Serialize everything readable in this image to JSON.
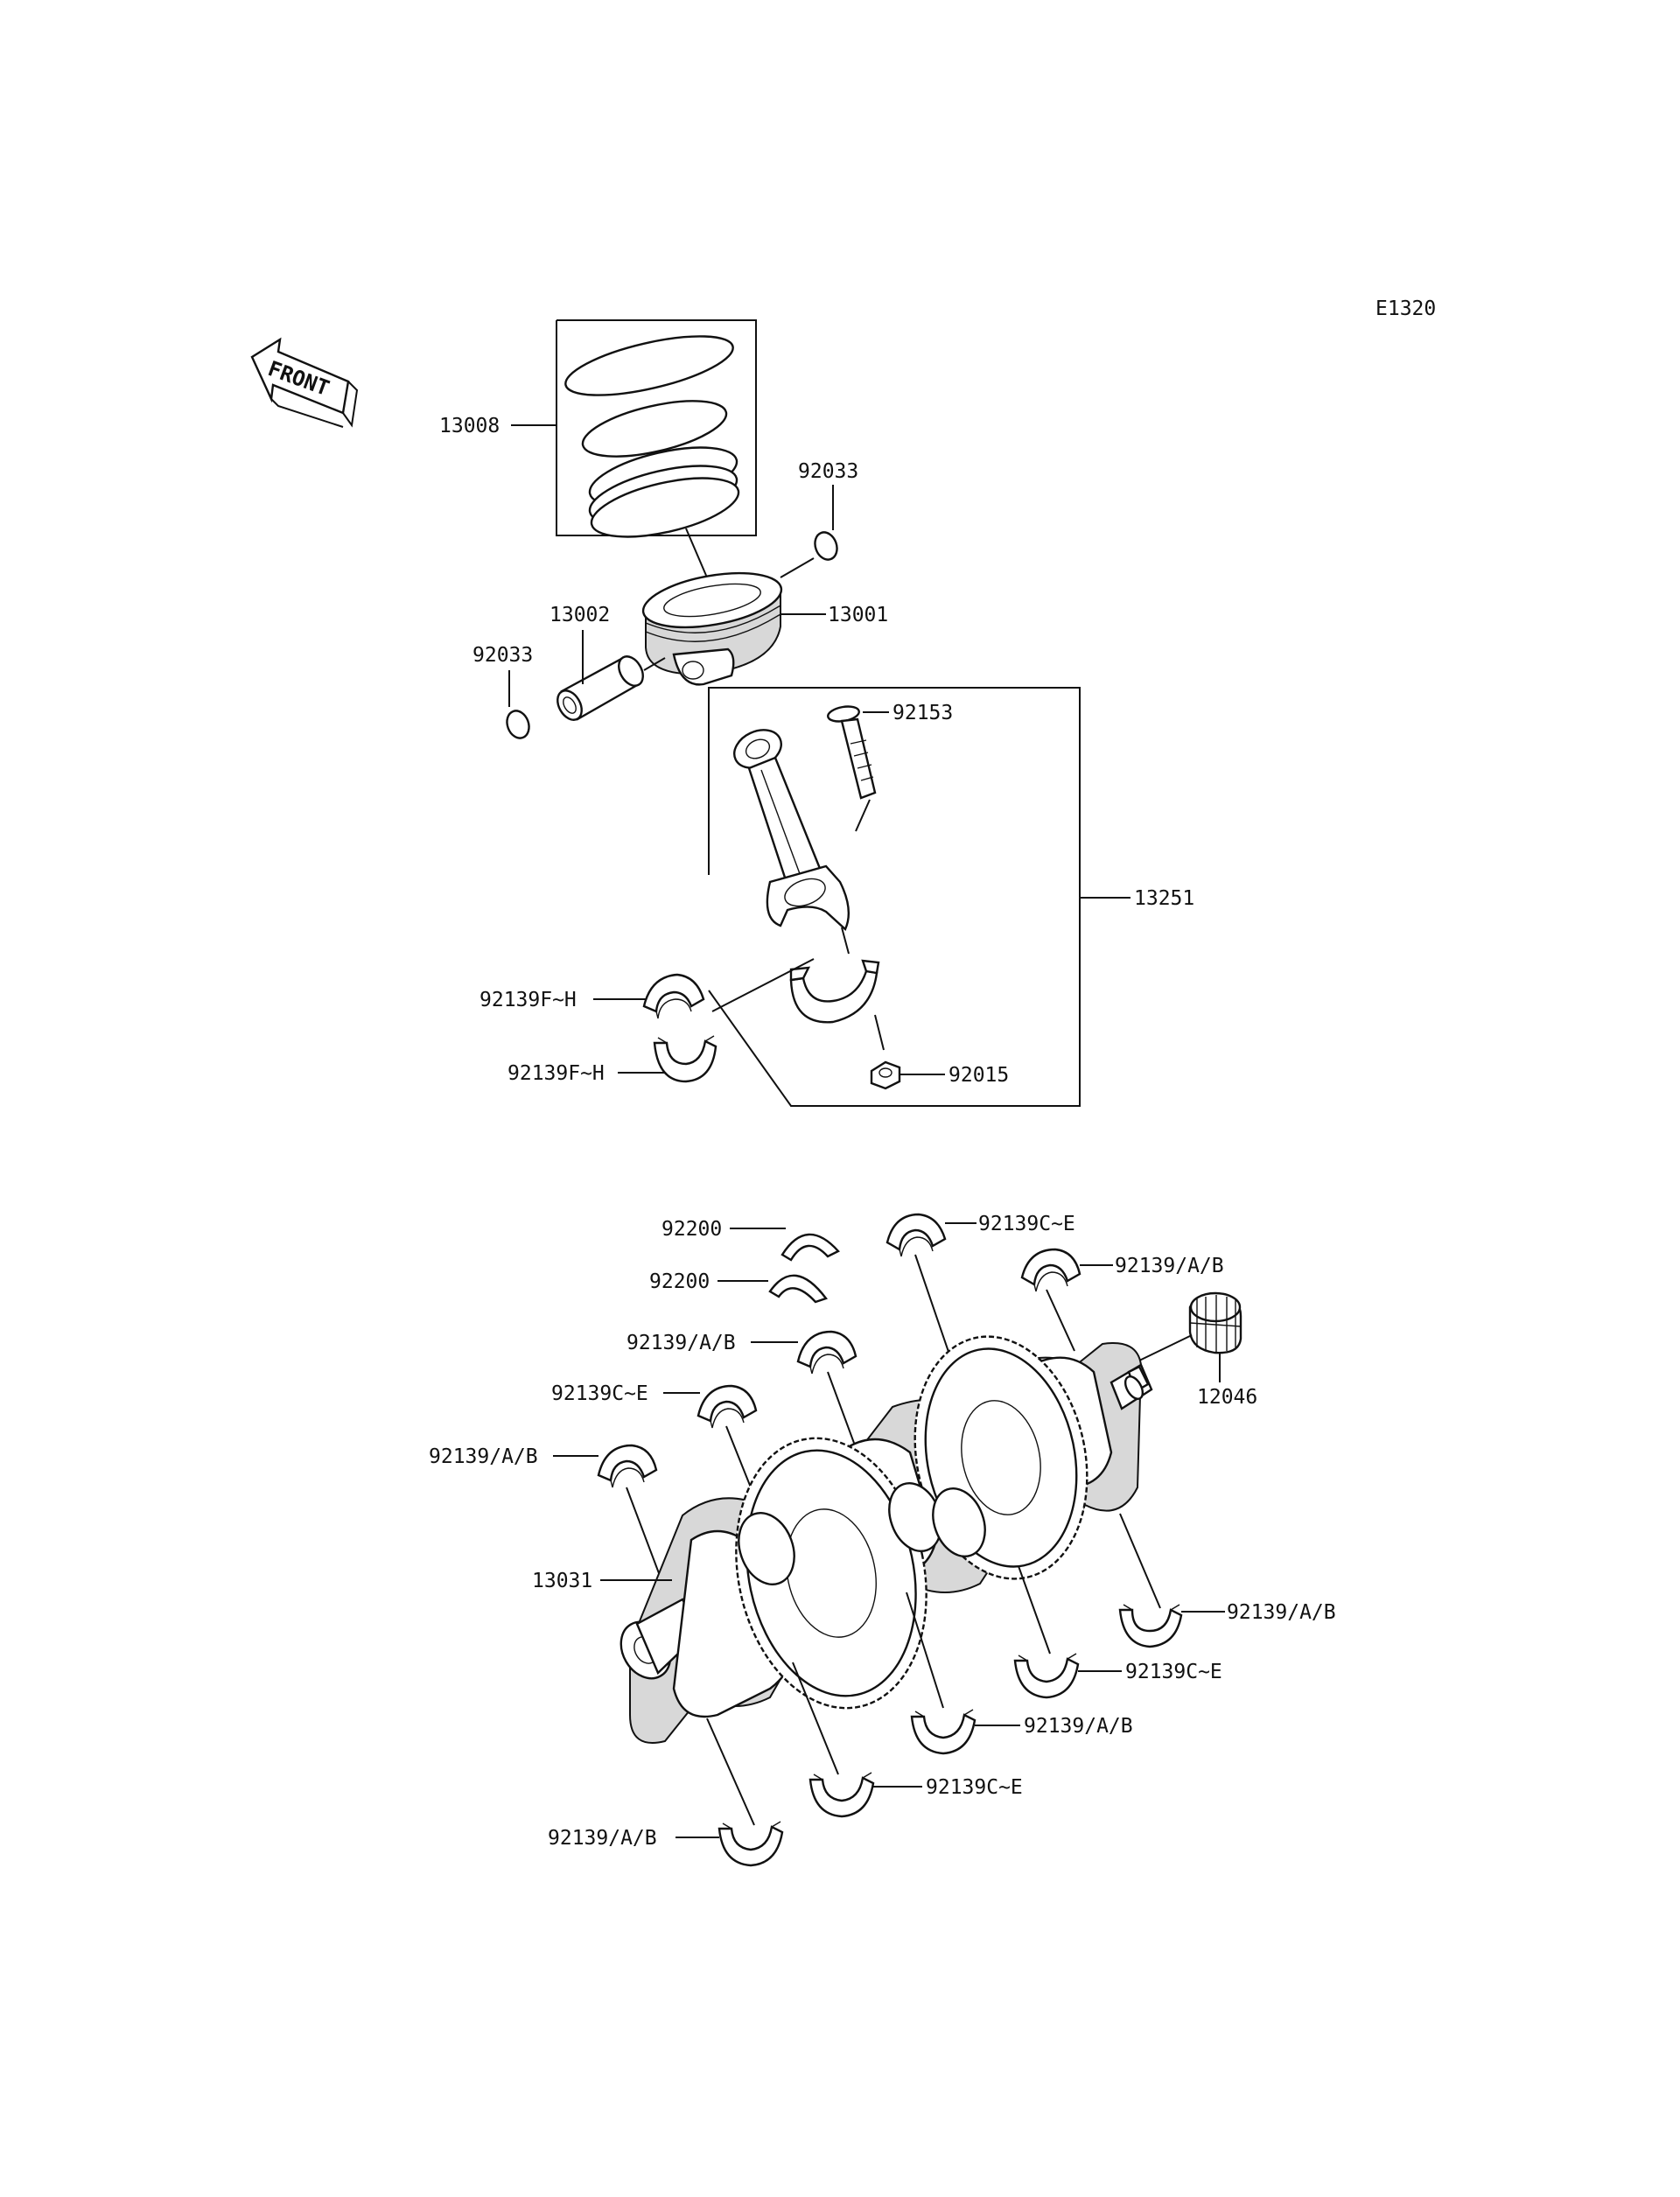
{
  "diagram_code": "E1320",
  "direction_label": "FRONT",
  "labels": {
    "piston_rings": "13008",
    "circlip_upper": "92033",
    "piston": "13001",
    "piston_pin": "13002",
    "circlip_lower": "92033",
    "conrod_bolt": "92153",
    "conrod_assy": "13251",
    "conrod_bearing_1": "92139F~H",
    "conrod_bearing_2": "92139F~H",
    "conrod_nut": "92015",
    "thrust_washer_1": "92200",
    "thrust_washer_2": "92200",
    "main_upper_1": "92139C~E",
    "main_upper_2": "92139/A/B",
    "main_upper_3": "92139/A/B",
    "main_upper_4": "92139C~E",
    "main_upper_5": "92139/A/B",
    "gear": "12046",
    "crankshaft": "13031",
    "main_lower_1": "92139/A/B",
    "main_lower_2": "92139C~E",
    "main_lower_3": "92139/A/B",
    "main_lower_4": "92139C~E",
    "main_lower_5": "92139/A/B"
  },
  "colors": {
    "line": "#111111",
    "fill": "#ffffff",
    "shade": "#d8d8d8"
  }
}
